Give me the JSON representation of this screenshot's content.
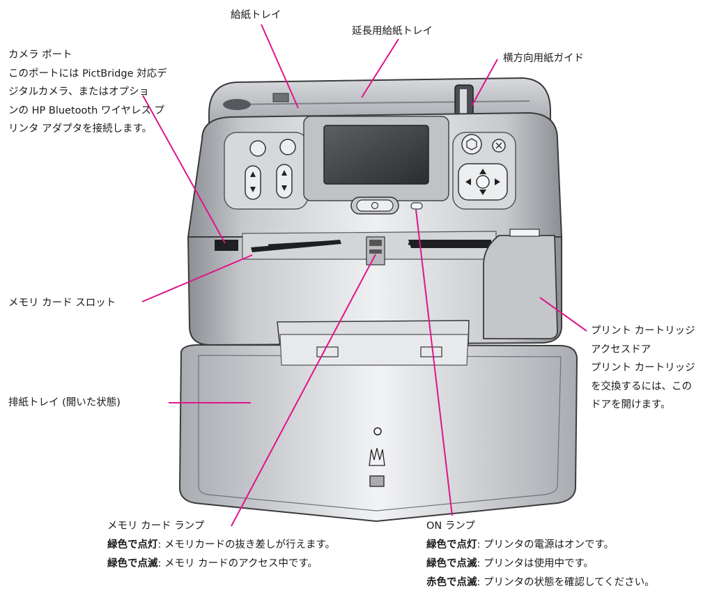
{
  "labels": {
    "paper_tray": "給紙トレイ",
    "extension_tray": "延長用給紙トレイ",
    "paper_guide": "横方向用紙ガイド",
    "camera_port": {
      "title": "カメラ ポート",
      "lines": [
        "このポートには PictBridge 対応デ",
        "ジタルカメラ、またはオプショ",
        "ンの HP Bluetooth ワイヤレス プ",
        "リンタ アダプタを接続します。"
      ]
    },
    "card_slot": "メモリ カード スロット",
    "output_tray": "排紙トレイ (開いた状態)",
    "cartridge_door": {
      "title_lines": [
        "プリント カートリッジ",
        "アクセスドア"
      ],
      "lines": [
        "プリント カートリッジ",
        "を交換するには、この",
        "ドアを開けます。"
      ]
    },
    "card_lamp": {
      "title": "メモリ カード ランプ",
      "items": [
        {
          "bold": "緑色で点灯",
          "text": ": メモリカードの抜き差しが行えます。"
        },
        {
          "bold": "緑色で点滅",
          "text": ": メモリ カードのアクセス中です。"
        }
      ]
    },
    "on_lamp": {
      "title": "ON ランプ",
      "items": [
        {
          "bold": "緑色で点灯",
          "text": ": プリンタの電源はオンです。"
        },
        {
          "bold": "緑色で点滅",
          "text": ": プリンタは使用中です。"
        },
        {
          "bold": "赤色で点滅",
          "text": ": プリンタの状態を確認してください。"
        }
      ]
    }
  },
  "colors": {
    "leader": "#e0138c",
    "body": "#c9cbcf",
    "outline": "#3a3a3a"
  }
}
